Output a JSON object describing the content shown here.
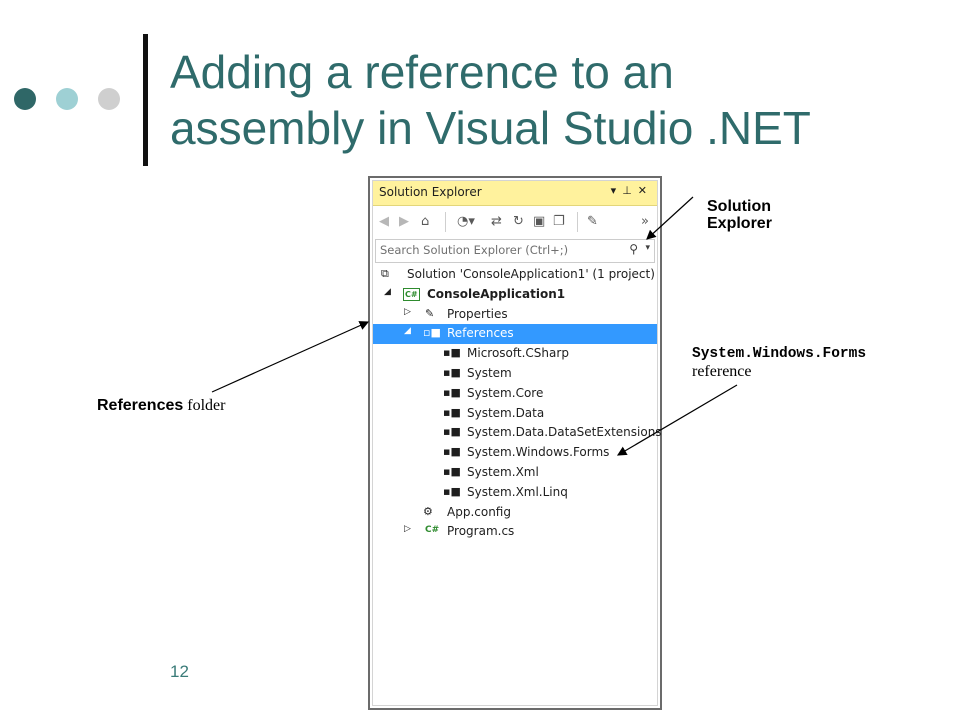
{
  "slide": {
    "title_line1": "Adding a reference to an",
    "title_line2": "assembly in Visual Studio .NET",
    "page_number": "12",
    "colors": {
      "title": "#2f6b6b",
      "dot1": "#2f6767",
      "dot2": "#9ed0d4",
      "dot3": "#cfcfcf"
    }
  },
  "panel": {
    "title": "Solution Explorer",
    "window_controls": [
      "▾",
      "⊥",
      "✕"
    ],
    "search_placeholder": "Search Solution Explorer (Ctrl+;)",
    "selection_color": "#3399ff",
    "titlebar_color": "#fff29d",
    "tree": {
      "solution": "Solution 'ConsoleApplication1' (1 project)",
      "project": "ConsoleApplication1",
      "properties": "Properties",
      "references": "References",
      "refs": [
        "Microsoft.CSharp",
        "System",
        "System.Core",
        "System.Data",
        "System.Data.DataSetExtensions",
        "System.Windows.Forms",
        "System.Xml",
        "System.Xml.Linq"
      ],
      "app_config": "App.config",
      "program": "Program.cs"
    }
  },
  "callouts": {
    "solution_explorer_line1": "Solution",
    "solution_explorer_line2": "Explorer",
    "references_bold": "References",
    "references_rest": " folder",
    "swf_mono": "System.Windows.Forms",
    "swf_rest": "reference"
  }
}
